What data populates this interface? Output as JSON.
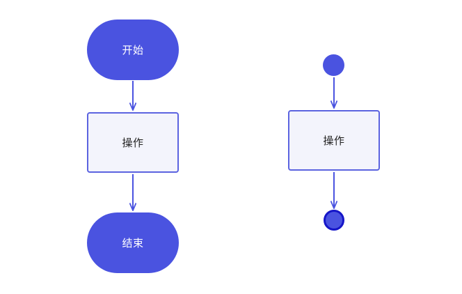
{
  "diagram_left": {
    "start_label": "开始",
    "action_label": "操作",
    "end_label": "结束"
  },
  "diagram_right": {
    "action_label": "操作"
  },
  "colors": {
    "fill_primary": "#4a53e0",
    "action_fill": "#f3f4fc",
    "action_border": "#5b63e0",
    "edge": "#4a53e0",
    "final_ring": "#1515c8",
    "final_inner": "#4a53e0"
  },
  "icons": {
    "initial_node": "filled-circle",
    "final_node": "bullseye-circle"
  }
}
